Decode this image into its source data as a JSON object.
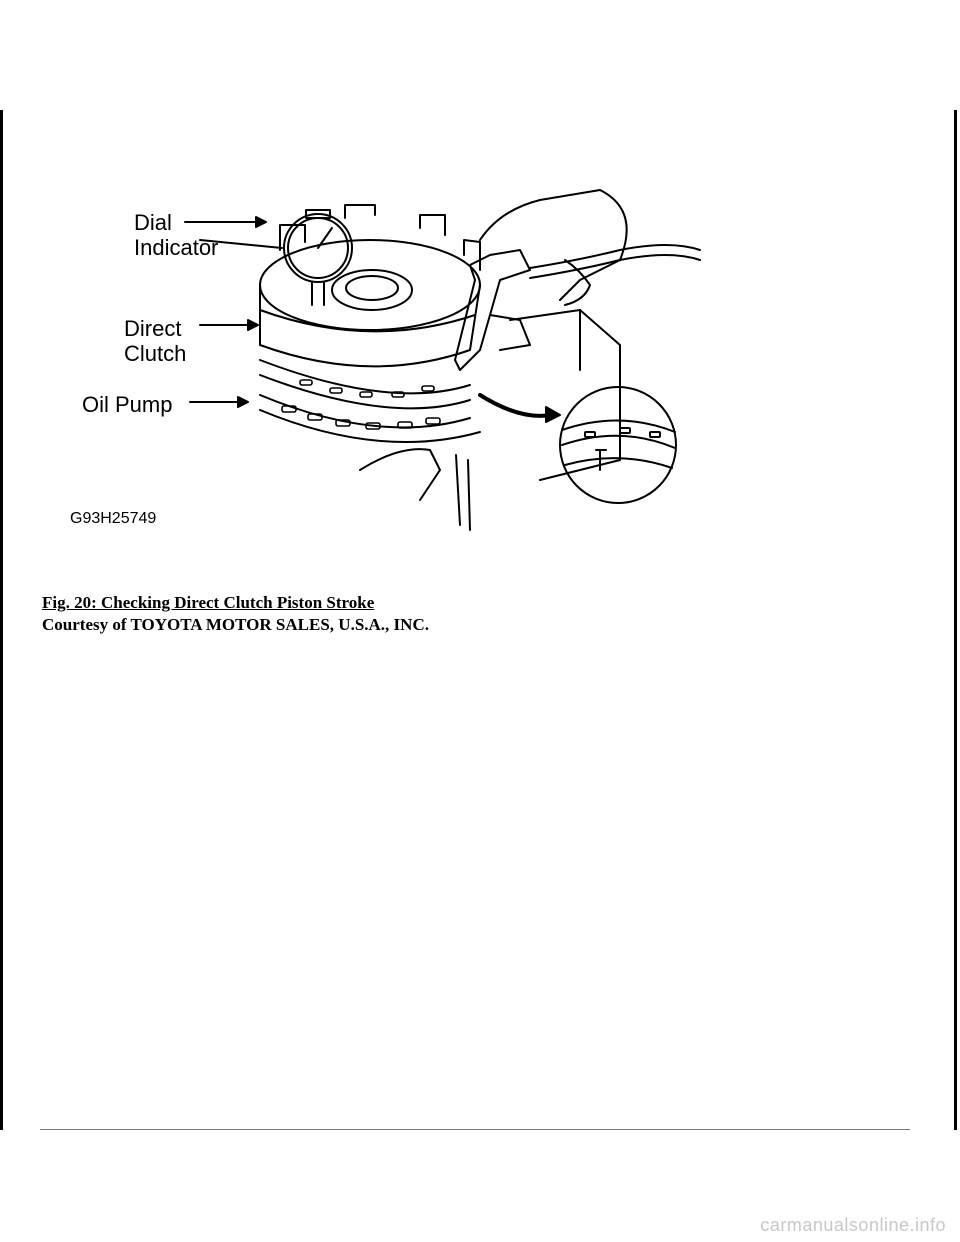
{
  "figure": {
    "callouts": {
      "dial_line1": "Dial",
      "dial_line2": "Indicator",
      "direct_line1": "Direct",
      "direct_line2": "Clutch",
      "oil_pump": "Oil Pump"
    },
    "code": "G93H25749"
  },
  "caption": {
    "title": "Fig. 20: Checking Direct Clutch Piston Stroke",
    "credit": "Courtesy of TOYOTA MOTOR SALES, U.S.A., INC."
  },
  "watermark": "carmanualsonline.info"
}
